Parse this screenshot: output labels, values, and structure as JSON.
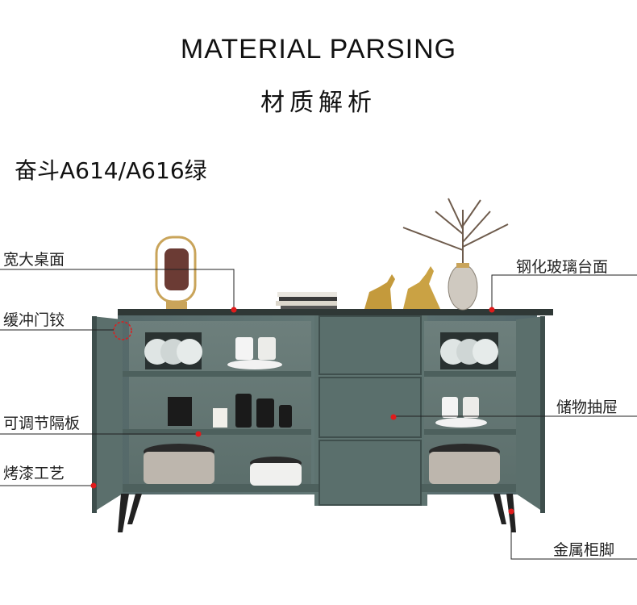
{
  "header": {
    "title_en": "MATERIAL PARSING",
    "title_cn": "材质解析"
  },
  "product": {
    "name": "奋斗A614/A616绿"
  },
  "callouts": {
    "desktop": "宽大桌面",
    "hinge": "缓冲门铰",
    "shelf": "可调节隔板",
    "paint": "烤漆工艺",
    "glass_top": "钢化玻璃台面",
    "drawer": "储物抽屉",
    "legs": "金属柜脚"
  },
  "colors": {
    "cabinet": "#5f7471",
    "cabinet_dark": "#4a5c59",
    "marker": "#e01b1b",
    "leader": "#222222"
  }
}
